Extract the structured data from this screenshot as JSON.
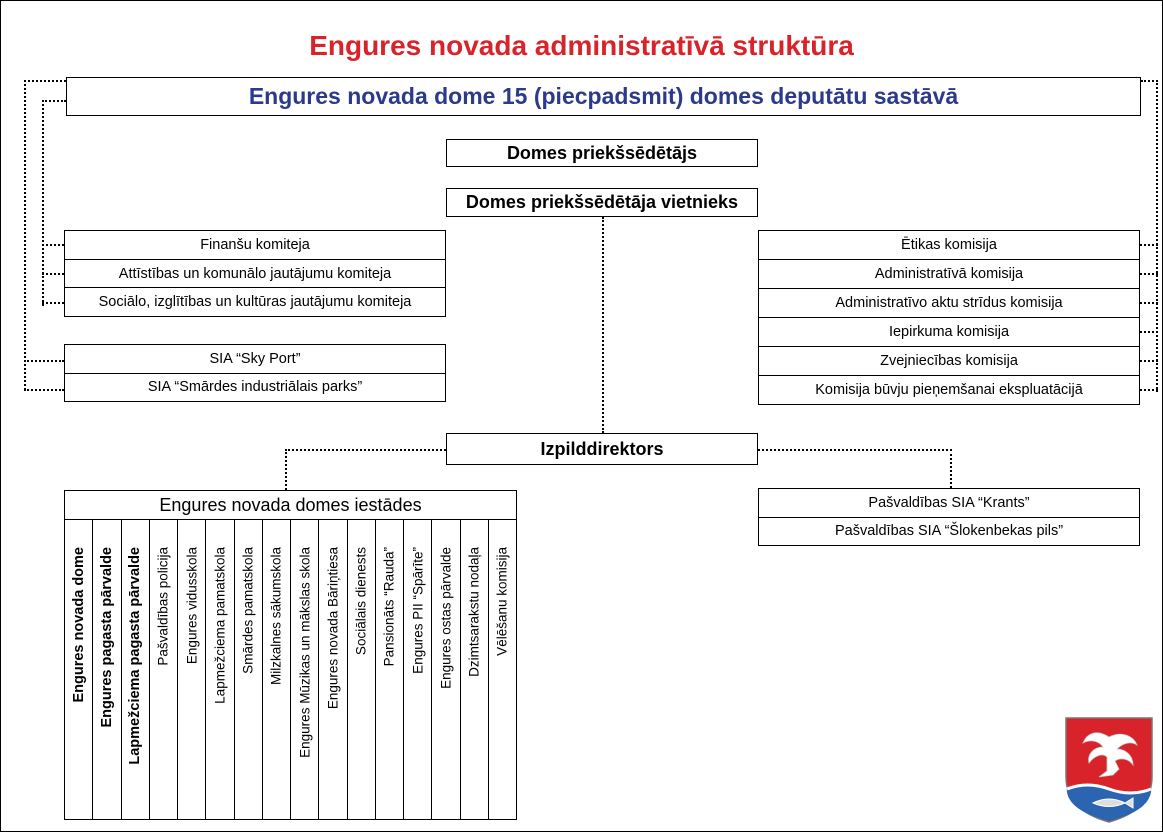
{
  "title": "Engures novada administratīvā struktūra",
  "council": "Engures novada dome 15 (piecpadsmit) domes deputātu sastāvā",
  "chairman": "Domes priekšsēdētājs",
  "vice_chairman": "Domes priekšsēdētāja vietnieks",
  "committees": [
    "Finanšu komiteja",
    "Attīstības un komunālo jautājumu komiteja",
    "Sociālo, izglītības un kultūras jautājumu komiteja"
  ],
  "companies": [
    "SIA “Sky Port”",
    "SIA “Smārdes industriālais parks”"
  ],
  "commissions": [
    "Ētikas komisija",
    "Administratīvā komisija",
    "Administratīvo aktu strīdus komisija",
    "Iepirkuma komisija",
    "Zvejniecības komisija",
    "Komisija būvju pieņemšanai ekspluatācijā"
  ],
  "director": "Izpilddirektors",
  "institutions": {
    "header": "Engures novada domes iestādes",
    "items": [
      {
        "label": "Engures novada dome",
        "bold": true
      },
      {
        "label": "Engures pagasta pārvalde",
        "bold": true
      },
      {
        "label": "Lapmežciema pagasta pārvalde",
        "bold": true
      },
      {
        "label": "Pašvaldības policija",
        "bold": false
      },
      {
        "label": "Engures vidusskola",
        "bold": false
      },
      {
        "label": "Lapmežciema pamatskola",
        "bold": false
      },
      {
        "label": "Smārdes pamatskola",
        "bold": false
      },
      {
        "label": "Milzkalnes sākumskola",
        "bold": false
      },
      {
        "label": "Engures Mūzikas un mākslas skola",
        "bold": false
      },
      {
        "label": "Engures novada Bāriņtiesa",
        "bold": false
      },
      {
        "label": "Sociālais dienests",
        "bold": false
      },
      {
        "label": "Pansionāts “Rauda”",
        "bold": false
      },
      {
        "label": "Engures PII “Spārīte”",
        "bold": false
      },
      {
        "label": "Engures ostas pārvalde",
        "bold": false
      },
      {
        "label": "Dzimtsarakstu nodaļa",
        "bold": false
      },
      {
        "label": "Vēlēšanu komisija",
        "bold": false
      }
    ]
  },
  "municipal_companies": [
    "Pašvaldības SIA “Krants”",
    "Pašvaldības SIA “Šlokenbekas pils”"
  ],
  "colors": {
    "title": "#d9232a",
    "council_text": "#2b3a8c",
    "crest_red": "#d9232a",
    "crest_blue": "#2b64b0"
  },
  "icons": {
    "crest": "coat-of-arms-icon"
  }
}
